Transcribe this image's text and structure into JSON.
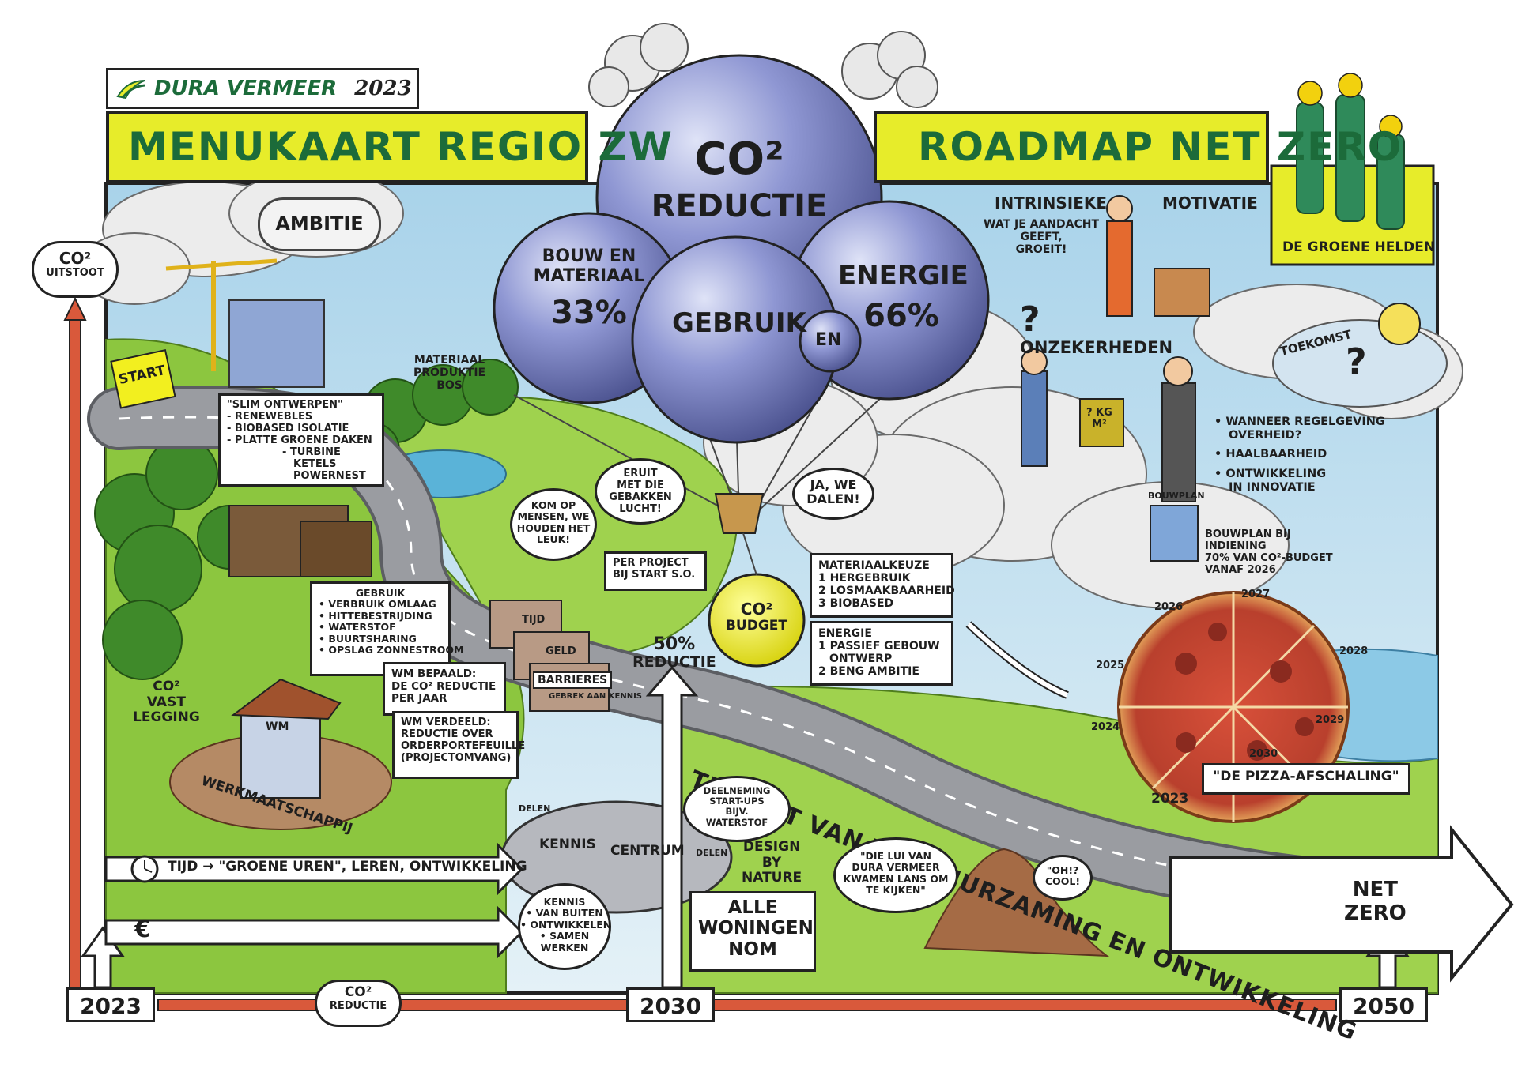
{
  "header": {
    "brand": "DURA VERMEER",
    "year": "2023",
    "title_left": "MENUKAART  REGIO ZW",
    "title_right": "ROADMAP NET ZERO",
    "heroes_caption": "DE GROENE HELDEN"
  },
  "axis": {
    "y_label_line1": "CO²",
    "y_label_line2": "UITSTOOT",
    "years": [
      "2023",
      "2030",
      "2050"
    ],
    "bottom_cloud_line1": "CO²",
    "bottom_cloud_line2": "REDUCTIE",
    "net_zero_line1": "NET",
    "net_zero_line2": "ZERO"
  },
  "balloons": {
    "main_line1": "CO²",
    "main_line2": "REDUCTIE",
    "bouw_line1": "BOUW EN",
    "bouw_line2": "MATERIAAL",
    "bouw_pct": "33%",
    "gebruik": "GEBRUIK",
    "en": "EN",
    "energie": "ENERGIE",
    "energie_pct": "66%",
    "budget_line1": "CO²",
    "budget_line2": "BUDGET"
  },
  "left_scene": {
    "ambitie": "AMBITIE",
    "start": "START",
    "slim_ontwerpen": [
      "\"SLIM ONTWERPEN\"",
      "- RENEWEBLES",
      "- BIOBASED ISOLATIE",
      "- PLATTE GROENE DAKEN",
      "- TURBINE",
      "KETELS",
      "POWERNEST"
    ],
    "materiaal_bos": [
      "MATERIAAL",
      "PRODUKTIE",
      "BOS"
    ],
    "gebruik_list": [
      "GEBRUIK",
      "• VERBRUIK OMLAAG",
      "• HITTEBESTRIJDING",
      "• WATERSTOF",
      "• BUURTSHARING",
      "• OPSLAG ZONNESTROOM"
    ],
    "co2_vastlegging": [
      "CO²",
      "VAST",
      "LEGGING"
    ],
    "wm_bepaald": [
      "WM BEPAALD:",
      "DE CO² REDUCTIE",
      "PER JAAR"
    ],
    "wm_verdeeld": [
      "WM VERDEELD:",
      "REDUCTIE OVER",
      "ORDERPORTEFEUILLE",
      "(PROJECTOMVANG)"
    ],
    "werkmaatschappij": "WERKMAATSCHAPPIJ",
    "wm": "WM",
    "kom_op": [
      "KOM OP",
      "MENSEN, WE",
      "HOUDEN HET",
      "LEUK!"
    ],
    "barriers": [
      "TIJD",
      "GELD",
      "BARRIERES",
      "GEBREK AAN KENNIS"
    ]
  },
  "center_scene": {
    "eruit": [
      "ERUIT",
      "MET DIE",
      "GEBAKKEN",
      "LUCHT!"
    ],
    "ja_we_dalen": [
      "JA, WE",
      "DALEN!"
    ],
    "per_project": [
      "PER PROJECT",
      "BIJ START S.O."
    ],
    "materiaalkeuze": [
      "MATERIAALKEUZE",
      "1 HERGEBRUIK",
      "2 LOSMAAKBAARHEID",
      "3 BIOBASED"
    ],
    "energie_box": [
      "ENERGIE",
      "1 PASSIEF GEBOUW",
      "ONTWERP",
      "2 BENG AMBITIE"
    ],
    "reductie_50": [
      "50%",
      "REDUCTIE"
    ],
    "traject": "TRAJECT VAN VERDUURZAMING EN ONTWIKKELING"
  },
  "bottom_scene": {
    "tijd": "TIJD → \"GROENE UREN\", LEREN, ONTWIKKELING",
    "euro": "€",
    "kenniscentrum": [
      "KENNIS",
      "CENTRUM"
    ],
    "delen_1": "DELEN",
    "delen_2": "DELEN",
    "kennis_list": [
      "KENNIS",
      "• VAN BUITEN",
      "• ONTWIKKELEN",
      "• SAMEN",
      "WERKEN"
    ],
    "deelneming": [
      "DEELNEMING",
      "START-UPS",
      "BIJV.",
      "WATERSTOF"
    ],
    "design_by_nature": [
      "DESIGN",
      "BY",
      "NATURE"
    ],
    "alle_woningen": [
      "ALLE",
      "WONINGEN",
      "NOM"
    ],
    "die_lui": [
      "\"DIE LUI VAN",
      "DURA VERMEER",
      "KWAMEN LANS OM",
      "TE KIJKEN\""
    ],
    "oh_cool": [
      "\"OH!?",
      "COOL!"
    ]
  },
  "right_scene": {
    "intrinsieke": "INTRINSIEKE",
    "motivatie": "MOTIVATIE",
    "aandacht": [
      "WAT JE AANDACHT",
      "GEEFT,",
      "GROEIT!"
    ],
    "onzekerheden": "ONZEKERHEDEN",
    "weight": [
      "? KG",
      "M²"
    ],
    "toekomst": "TOEKOMST",
    "bullets": [
      "• WANNEER REGELGEVING",
      "OVERHEID?",
      "• HAALBAARHEID",
      "• ONTWIKKELING",
      "IN INNOVATIE"
    ],
    "bouwplan": "BOUWPLAN",
    "bouwplan_text": [
      "BOUWPLAN BIJ",
      "INDIENING",
      "70% VAN CO²-BUDGET",
      "VANAF 2026"
    ],
    "pizza_years": [
      "2023",
      "2024",
      "2025",
      "2026",
      "2027",
      "2028",
      "2029",
      "2030"
    ],
    "pizza_caption": "\"DE PIZZA-AFSCHALING\""
  },
  "colors": {
    "title_green": "#1c6b3a",
    "title_yellow": "#e7ec2a",
    "balloon_blue": "#7d86c8",
    "road_grey": "#8f9196",
    "grass_green": "#8cc63f",
    "axis_red": "#d9593b",
    "budget_yellow": "#f2ef1f",
    "pizza_red": "#b5382a"
  }
}
